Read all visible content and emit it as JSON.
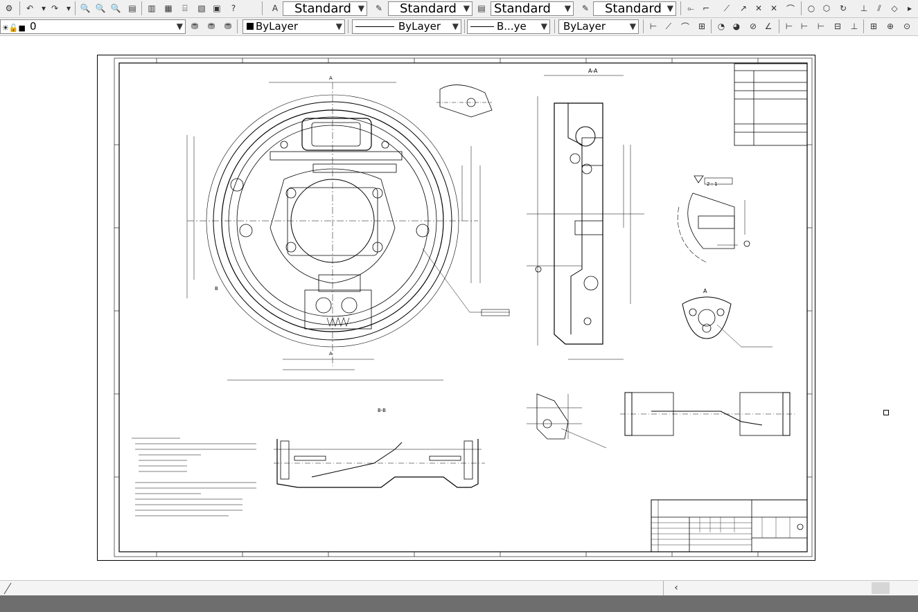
{
  "toolbar_top": {
    "text_style_combo": "Standard",
    "dim_style_combo": "Standard",
    "table_style_combo": "Standard",
    "multileader_style_combo": "Standard"
  },
  "toolbar_layers": {
    "layer_combo": "0",
    "color_combo": "ByLayer",
    "linetype_combo": "ByLayer",
    "lineweight_combo": "B...ye",
    "plotstyle_combo": "ByLayer"
  },
  "drawing": {
    "view_label_aa": "A-A",
    "view_label_bb": "B-B",
    "view_label_a": "A",
    "detail_scale": "2 : 1",
    "cut_label_a": "A",
    "cut_label_b": "B"
  },
  "colors": {
    "toolbar_bg": "#f0f0f0",
    "canvas_bg": "#ffffff",
    "line": "#000000",
    "status_bar": "#6e6e6e"
  }
}
